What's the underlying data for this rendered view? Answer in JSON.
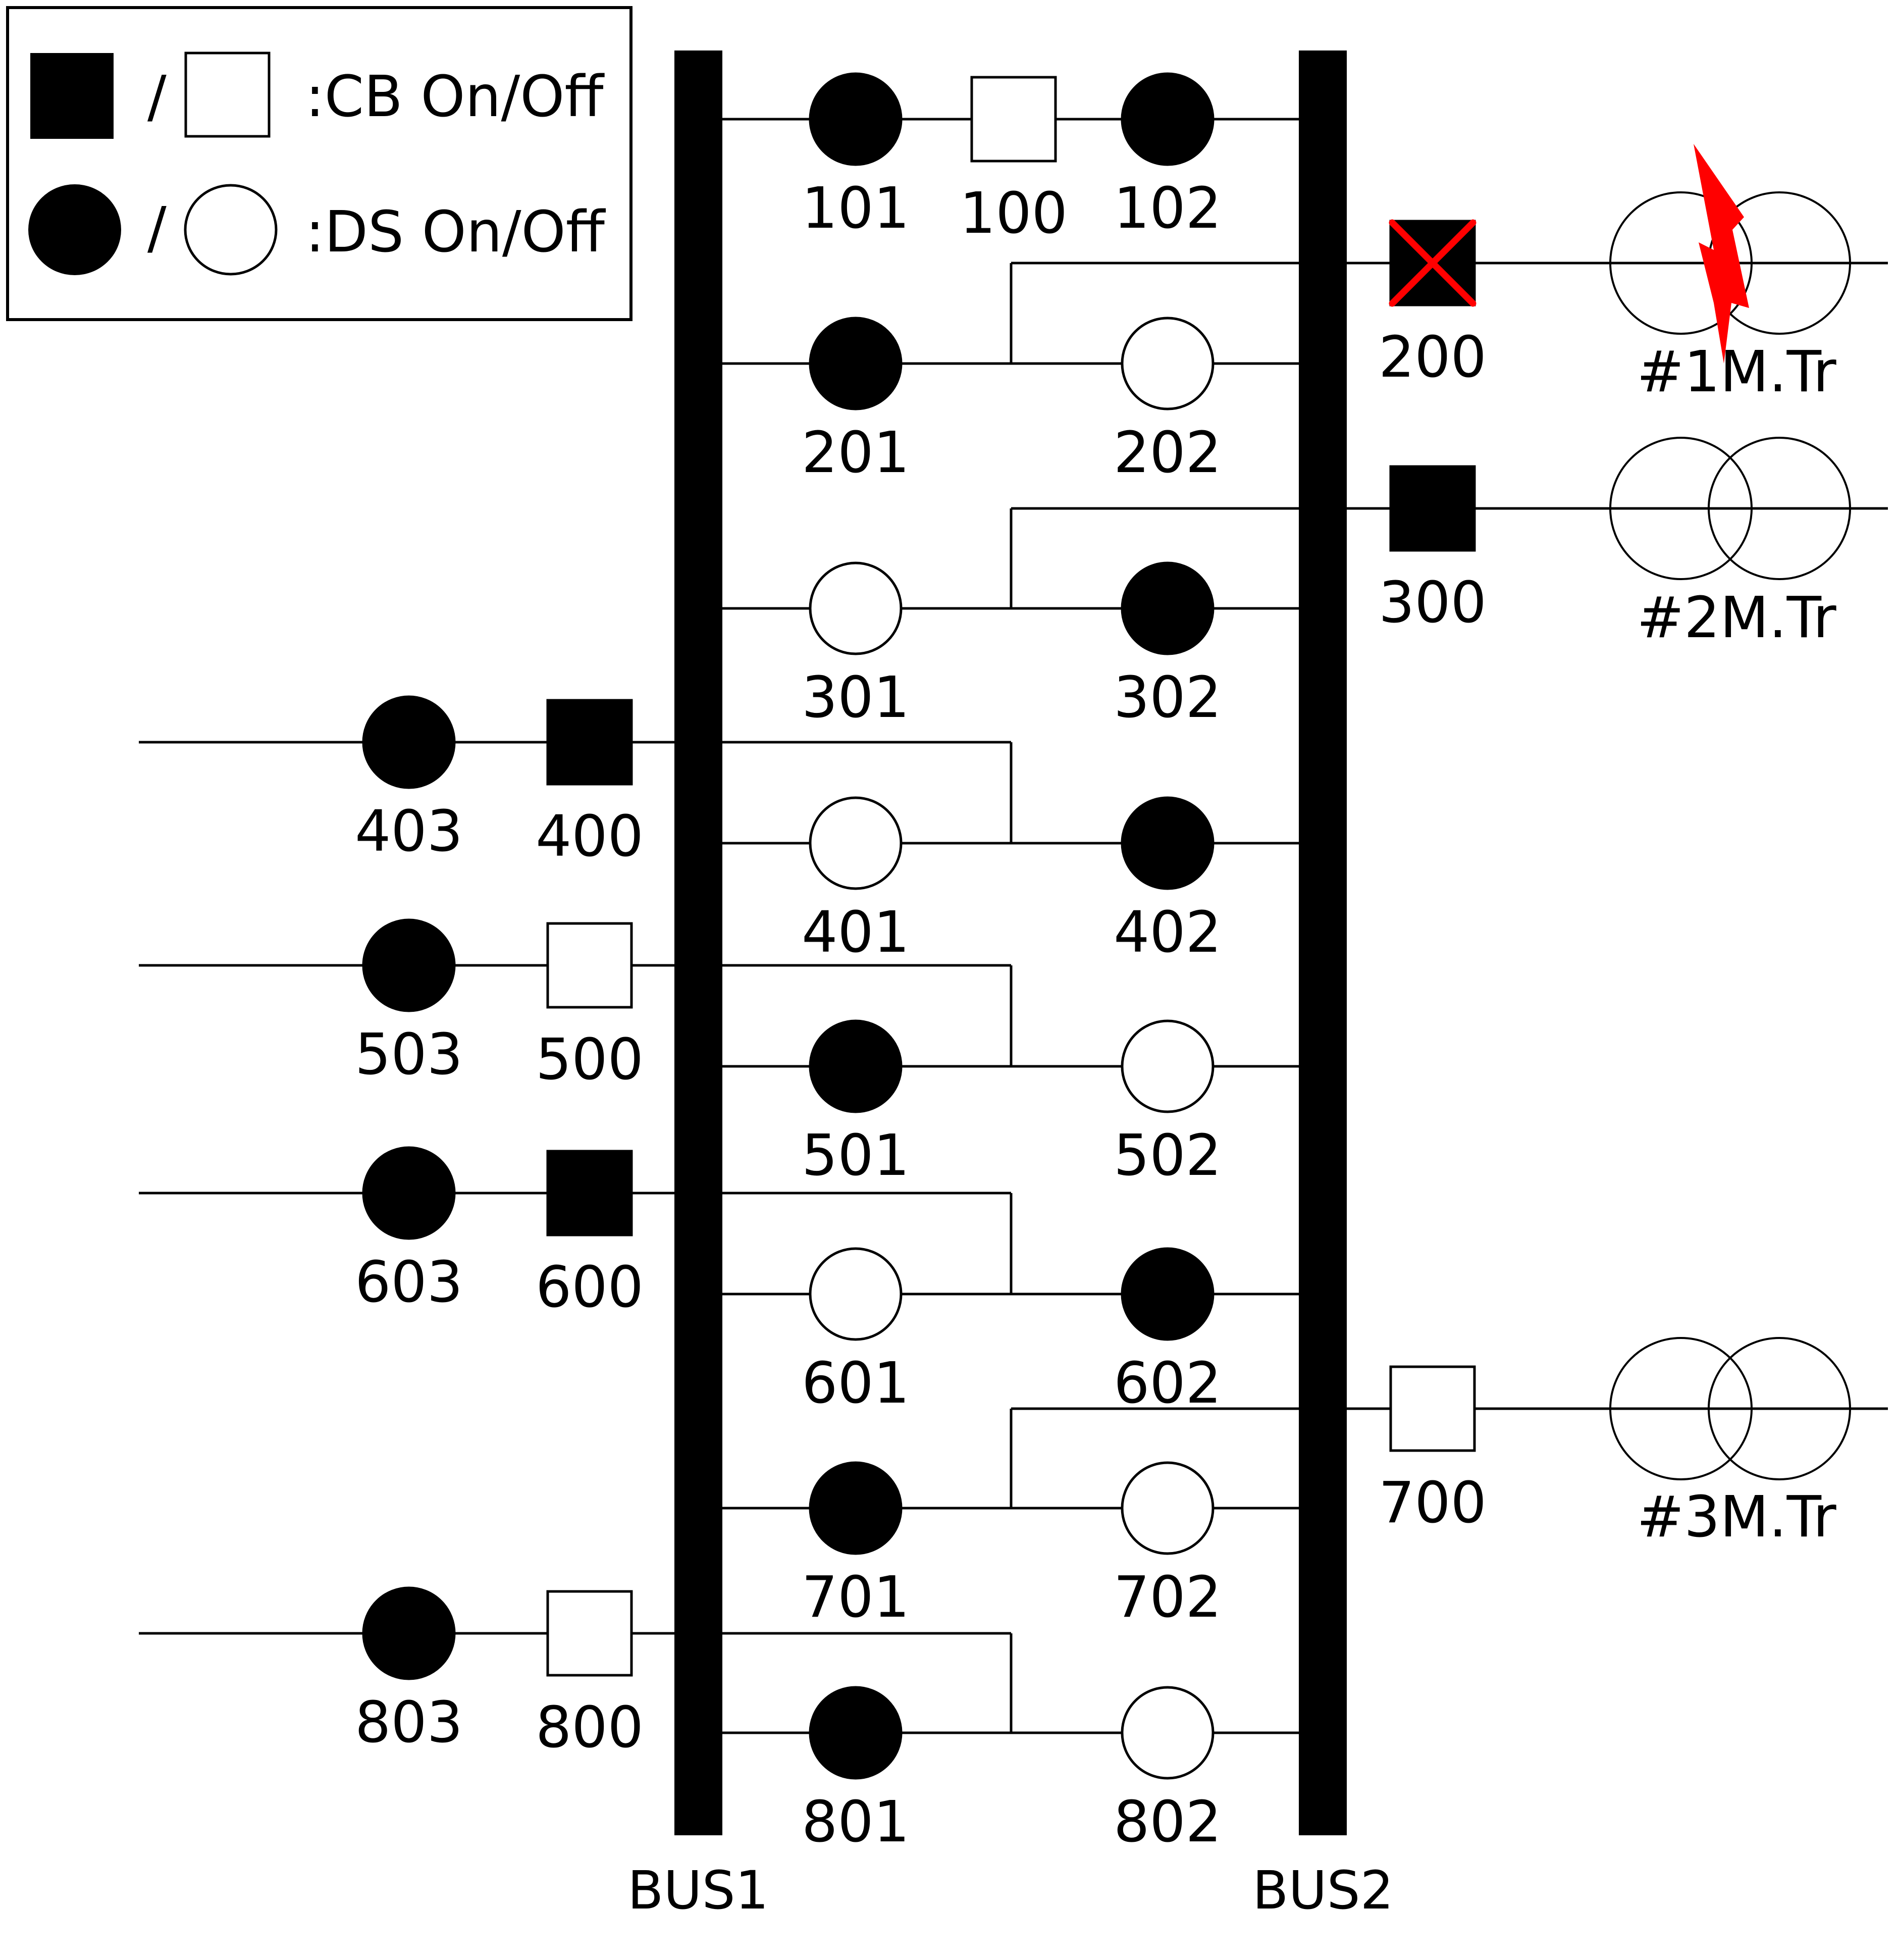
{
  "legend": {
    "cb_text": ":CB On/Off",
    "ds_text": ":DS On/Off",
    "slash": "/"
  },
  "buses": {
    "bus1": "BUS1",
    "bus2": "BUS2"
  },
  "transformers": [
    "#1M.Tr",
    "#2M.Tr",
    "#3M.Tr"
  ],
  "colors": {
    "on": "#000000",
    "off": "#ffffff",
    "fault": "#ff0000"
  },
  "devices": [
    {
      "id": "100",
      "type": "CB",
      "state": "off"
    },
    {
      "id": "101",
      "type": "DS",
      "state": "on"
    },
    {
      "id": "102",
      "type": "DS",
      "state": "on"
    },
    {
      "id": "200",
      "type": "CB",
      "state": "on",
      "fault": true
    },
    {
      "id": "201",
      "type": "DS",
      "state": "on"
    },
    {
      "id": "202",
      "type": "DS",
      "state": "off"
    },
    {
      "id": "300",
      "type": "CB",
      "state": "on"
    },
    {
      "id": "301",
      "type": "DS",
      "state": "off"
    },
    {
      "id": "302",
      "type": "DS",
      "state": "on"
    },
    {
      "id": "400",
      "type": "CB",
      "state": "on"
    },
    {
      "id": "401",
      "type": "DS",
      "state": "off"
    },
    {
      "id": "402",
      "type": "DS",
      "state": "on"
    },
    {
      "id": "403",
      "type": "DS",
      "state": "on"
    },
    {
      "id": "500",
      "type": "CB",
      "state": "off"
    },
    {
      "id": "501",
      "type": "DS",
      "state": "on"
    },
    {
      "id": "502",
      "type": "DS",
      "state": "off"
    },
    {
      "id": "503",
      "type": "DS",
      "state": "on"
    },
    {
      "id": "600",
      "type": "CB",
      "state": "on"
    },
    {
      "id": "601",
      "type": "DS",
      "state": "off"
    },
    {
      "id": "602",
      "type": "DS",
      "state": "on"
    },
    {
      "id": "603",
      "type": "DS",
      "state": "on"
    },
    {
      "id": "700",
      "type": "CB",
      "state": "off"
    },
    {
      "id": "701",
      "type": "DS",
      "state": "on"
    },
    {
      "id": "702",
      "type": "DS",
      "state": "off"
    },
    {
      "id": "800",
      "type": "CB",
      "state": "off"
    },
    {
      "id": "801",
      "type": "DS",
      "state": "on"
    },
    {
      "id": "802",
      "type": "DS",
      "state": "off"
    },
    {
      "id": "803",
      "type": "DS",
      "state": "on"
    }
  ]
}
